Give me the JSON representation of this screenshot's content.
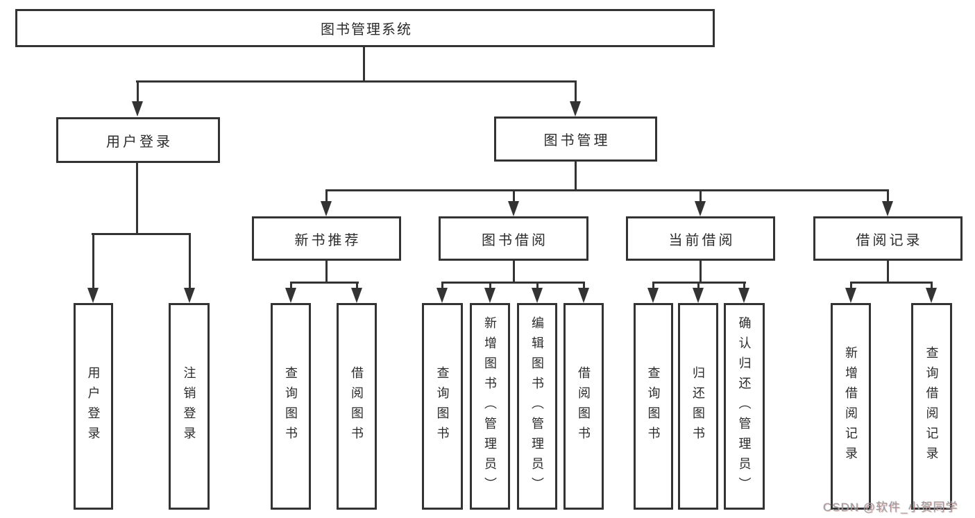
{
  "diagram": {
    "root": {
      "label": "图书管理系统"
    },
    "level2": {
      "user_login": "用户登录",
      "book_mgmt": "图书管理"
    },
    "level3": {
      "new_books": "新书推荐",
      "book_borrow": "图书借阅",
      "current_borrow": "当前借阅",
      "borrow_records": "借阅记录"
    },
    "leaves": {
      "user_login": [
        "用户登录",
        "注销登录"
      ],
      "new_books": [
        "查询图书",
        "借阅图书"
      ],
      "book_borrow": [
        "查询图书",
        "新增图书（管理员）",
        "编辑图书（管理员）",
        "借阅图书"
      ],
      "current_borrow": [
        "查询图书",
        "归还图书",
        "确认归还（管理员）"
      ],
      "borrow_records": [
        "新增借阅记录",
        "查询借阅记录"
      ]
    }
  },
  "watermark": {
    "text": "CSDN @软件_小贺同学"
  },
  "colors": {
    "line": "#333333",
    "text": "#2b2b2b",
    "background": "#ffffff",
    "watermark": "#9a9a9a"
  }
}
